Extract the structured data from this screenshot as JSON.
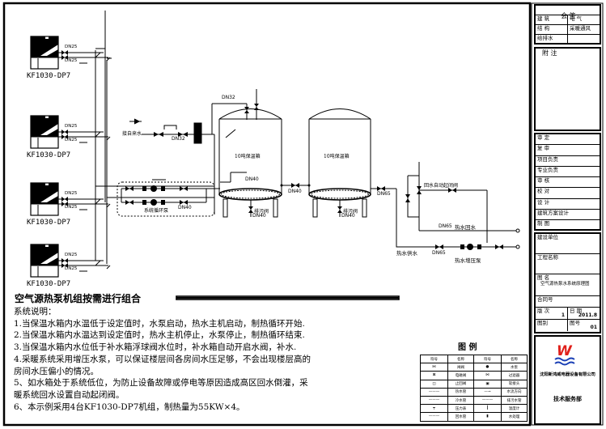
{
  "units": [
    {
      "model": "KF1030-DP7",
      "pipe_top": "DN25",
      "pipe_bottom": "DN25"
    },
    {
      "model": "KF1030-DP7",
      "pipe_top": "DN25",
      "pipe_bottom": "DN25"
    },
    {
      "model": "KF1030-DP7",
      "pipe_top": "DN25",
      "pipe_bottom": "DN25"
    },
    {
      "model": "KF1030-DP7",
      "pipe_top": "DN25",
      "pipe_bottom": "DN25"
    }
  ],
  "diagram": {
    "makeup_water_label": "接自来水",
    "makeup_pipe": "DN32",
    "top_pipe": "DN32",
    "tank_inlet_pipe": "DN40",
    "circ_pump_label": "系统循环泵",
    "circ_pipe": "DN40",
    "tanks": [
      {
        "label": "10吨保温箱",
        "drain_label": "排污阀",
        "drain_pipe": "DN40"
      },
      {
        "label": "10吨保温箱",
        "drain_label": "排污阀",
        "drain_pipe": "DN40"
      }
    ],
    "link_pipe": "DN40",
    "outlet_pipe": "DN65",
    "auto_valve_label": "回水自动起闭阀",
    "return_pipe": "DN65",
    "return_label": "热水回水",
    "supply_label": "热水供水",
    "supply_pipe": "DN65",
    "boost_pump_label": "热水增压泵"
  },
  "heading": "空气源热泵机组按需进行组合",
  "notes": {
    "title": "系统说明：",
    "lines": [
      "1.当保温水箱内水温低于设定值时，水泵启动，热水主机启动，制热循环开始.",
      "2.当保温水箱内水温达到设定值时，热水主机停止，水泵停止，制热循环结束.",
      "3.当保温水箱内水位低于补水箱浮球阀水位时，补水箱自动开启水阀，补水.",
      "4.采暖系统采用增压水泵，可以保证楼层间各房间水压足够，不会出现楼层高的",
      "房间水压偏小的情况。",
      "5、如水箱处于系统低位，为防止设备故障或停电等原因造成高区回水倒灌，采",
      "暖系统回水设置自动起闭阀。",
      "6、本示例采用4台KF1030-DP7机组，制热量为55KW×4。"
    ]
  },
  "legend": {
    "title": "图    例",
    "headers": [
      "符号",
      "名称",
      "符号",
      "名称"
    ],
    "rows": [
      {
        "name1": "闸阀",
        "name2": "水泵"
      },
      {
        "name1": "电磁阀",
        "name2": "过滤器"
      },
      {
        "name1": "止回阀",
        "name2": "软接头"
      },
      {
        "name1": "热水管",
        "name2": "水流方向"
      },
      {
        "name1": "冷水管",
        "name2": "排污水管"
      },
      {
        "name1": "压力表",
        "name2": "温度计"
      },
      {
        "name1": "回水管",
        "name2": "水处理"
      }
    ]
  },
  "title_block": {
    "countersign": {
      "title": "会  签",
      "cells": [
        "建 筑",
        "电 气",
        "结 构",
        "采暖通风",
        "给排水",
        ""
      ]
    },
    "remarks": "附 注",
    "approvals": [
      "审 定",
      "复 审",
      "项目负责",
      "专业负责",
      "审 核",
      "校 对",
      "设 计",
      "建筑方案设计",
      "制 图"
    ],
    "client_label": "建设单位",
    "project_label": "工程名称",
    "drawing_label": "图 名",
    "drawing_name": "空气源热泵水系统原理图",
    "contract_label": "合同号",
    "version_label": "版 次",
    "version_value": "1",
    "date_label": "日 期",
    "date_value": "2011.8",
    "drawing_no_label": "图别",
    "sheet_no_label": "图号",
    "sheet_no_value": "01",
    "company": "沈阳新鸿威电器设备有限公司",
    "department": "技术服务部",
    "logo_color": "#e0201b",
    "wave_color": "#1a3fb5"
  }
}
